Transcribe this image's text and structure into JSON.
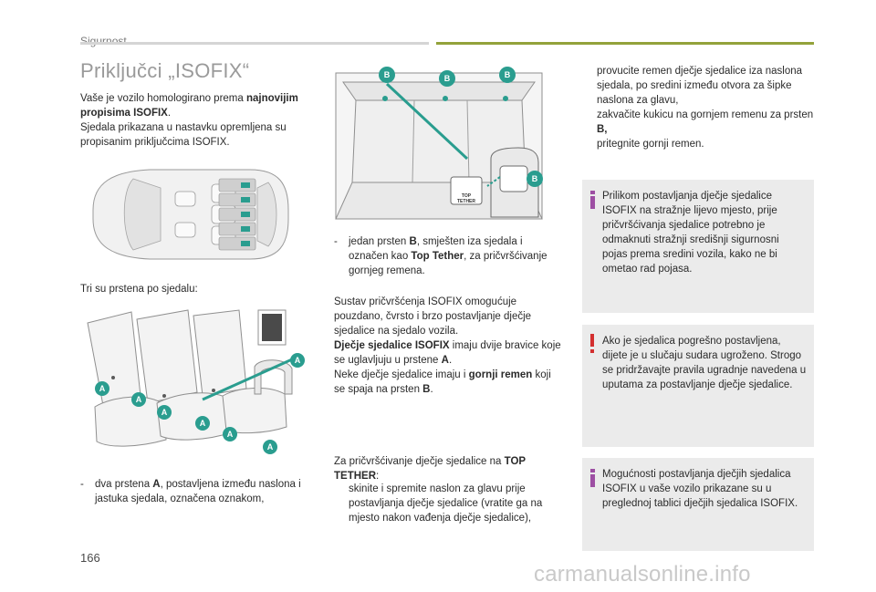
{
  "header": {
    "section": "Sigurnost"
  },
  "title": "Priključci „ISOFIX“",
  "intro": {
    "l1a": "Vaše je vozilo homologirano prema ",
    "l1b": "najnovijim propisima ISOFIX",
    "l1c": ".",
    "l2": "Sjedala prikazana u nastavku opremljena su propisanim priključcima ISOFIX."
  },
  "rings_lead": "Tri su prstena po sjedalu:",
  "dash_a": {
    "mark": "-",
    "a": "dva prstena ",
    "b": "A",
    "c": ", postavljena između naslona i jastuka sjedala, označena oznakom,"
  },
  "dash_b": {
    "mark": "-",
    "a": "jedan prsten ",
    "b": "B",
    "c": ", smješten iza sjedala i označen kao ",
    "d": "Top Tether",
    "e": ", za pričvršćivanje gornjeg remena."
  },
  "sustav": {
    "p1": "Sustav pričvršćenja ISOFIX omogućuje pouzdano, čvrsto i brzo postavljanje dječje sjedalice na sjedalo vozila.",
    "p2a": "Dječje sjedalice ISOFIX",
    "p2b": " imaju dvije bravice koje se uglavljuju u prstene ",
    "p2c": "A",
    "p2d": ".",
    "p3a": "Neke dječje sjedalice imaju i ",
    "p3b": "gornji remen",
    "p3c": " koji se spaja na prsten ",
    "p3d": "B",
    "p3e": "."
  },
  "tether": {
    "title_a": "Za pričvršćivanje dječje sjedalice na ",
    "title_b": "TOP TETHER",
    "title_c": ":",
    "step_mark": "",
    "step1": "skinite i spremite naslon za glavu prije postavljanja dječje sjedalice (vratite ga na mjesto nakon vađenja dječje sjedalice),",
    "step2": "provucite remen dječje sjedalice iza naslona sjedala, po sredini između otvora za šipke naslona za glavu,",
    "step3a": "zakvačite kukicu na gornjem remenu za prsten ",
    "step3b": "B,",
    "step4": "pritegnite gornji remen."
  },
  "notes": {
    "info1": "Prilikom postavljanja dječje sjedalice ISOFIX na stražnje lijevo mjesto, prije pričvršćivanja sjedalice potrebno je odmaknuti stražnji središnji sigurnosni pojas prema sredini vozila, kako ne bi ometao rad pojasa.",
    "warning": "Ako je sjedalica pogrešno postavljena, dijete je u slučaju sudara ugroženo. Strogo se pridržavajte pravila ugradnje navedena u uputama za postavljanje dječje sjedalice.",
    "info2": "Mogućnosti postavljanja dječjih sjedalica ISOFIX u vaše vozilo prikazane su u preglednoj tablici dječjih sjedalica ISOFIX."
  },
  "labels": {
    "a": "A",
    "b": "B",
    "top_tether_a": "TOP",
    "top_tether_b": "TETHER"
  },
  "page_number": "166",
  "watermark": "carmanualsonline.info",
  "colors": {
    "accent_green": "#93a23a",
    "marker_teal": "#2a9d8f",
    "info_purple": "#9d4fa3",
    "warning_red": "#d32f2f",
    "panel_gray": "#ebebeb"
  }
}
